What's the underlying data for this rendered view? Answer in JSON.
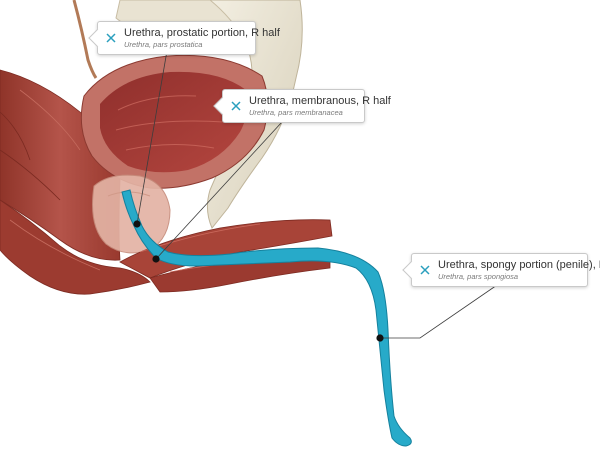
{
  "colors": {
    "urethra": "#27aac9",
    "muscle": "#a6463a",
    "bone": "#e6e0cf",
    "bladder_wall": "#c7736a",
    "close_icon": "#2a9fbe"
  },
  "labels": [
    {
      "id": "prostatic",
      "title": "Urethra, prostatic portion, R half",
      "latin": "Urethra, pars prostatica",
      "close_icon": "close-icon"
    },
    {
      "id": "membranous",
      "title": "Urethra, membranous, R half",
      "latin": "Urethra, pars membranacea",
      "close_icon": "close-icon"
    },
    {
      "id": "spongy",
      "title": "Urethra, spongy portion (penile), R half",
      "latin": "Urethra, pars spongiosa",
      "close_icon": "close-icon"
    }
  ]
}
